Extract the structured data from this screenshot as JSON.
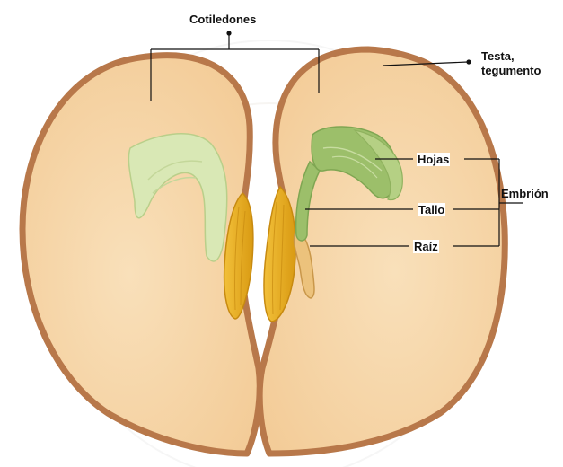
{
  "labels": {
    "cotyledons": "Cotiledones",
    "testa_line1": "Testa,",
    "testa_line2": "tegumento",
    "leaves": "Hojas",
    "stem": "Tallo",
    "root": "Raíz",
    "embryo": "Embrión"
  },
  "colors": {
    "seed_coat": "#b8784a",
    "cotyledon_fill": "#f7d7aa",
    "leaf_green": "#a8c47a",
    "leaf_light": "#d8e6b0",
    "hilum_yellow": "#e8ad1e",
    "root_tan": "#e9bd72",
    "line_color": "#111111"
  }
}
